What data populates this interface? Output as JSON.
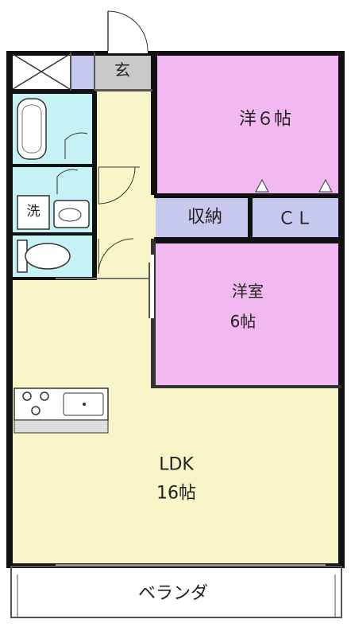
{
  "rooms": {
    "genkan": "玄",
    "bedroom_a": "洋６帖",
    "storage": "収納",
    "closet": "ＣＬ",
    "bedroom_b_name": "洋室",
    "bedroom_b_size": "6帖",
    "washroom": "洗",
    "ldk_name": "LDK",
    "ldk_size": "16帖",
    "balcony": "ベランダ"
  },
  "colors": {
    "wall": "#111111",
    "western_room": "#f2b8f0",
    "ldk": "#f8f6c8",
    "wet_area": "#c6f2f6",
    "storage": "#c6c8ee",
    "entrance": "#c9c9c9",
    "balcony": "#ffffff"
  }
}
